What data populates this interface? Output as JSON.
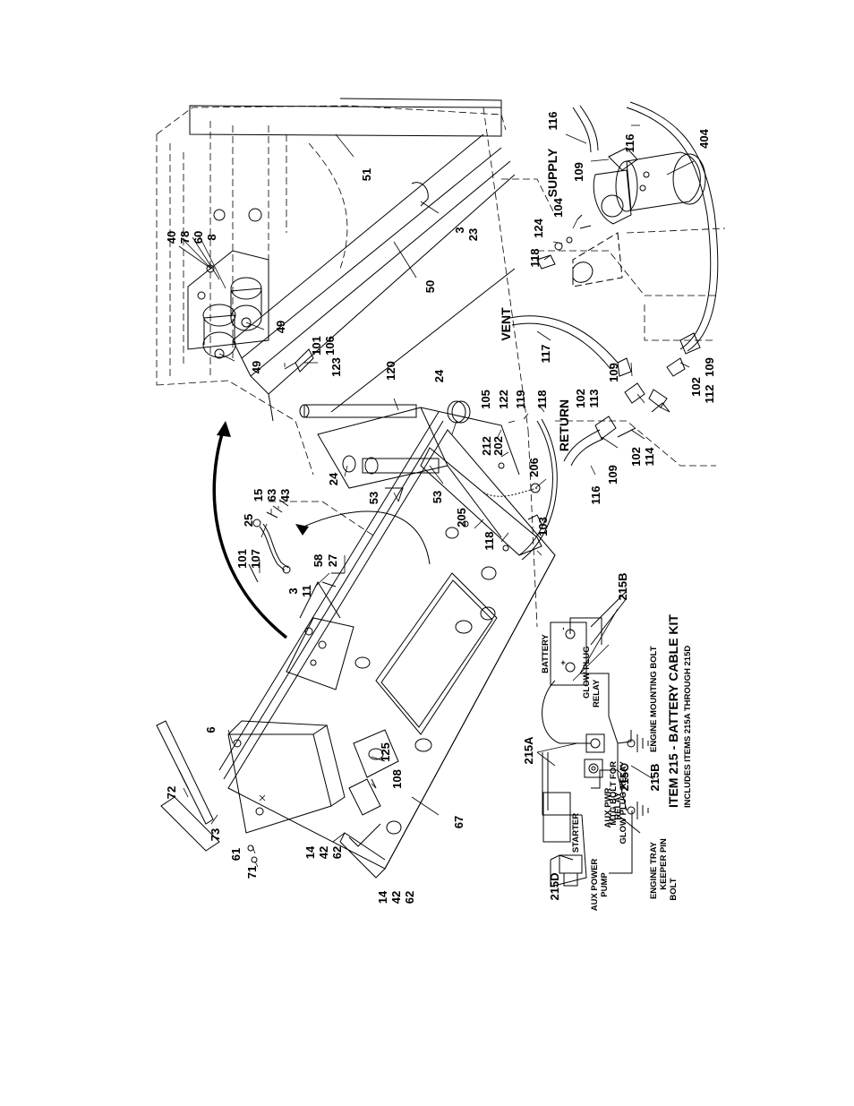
{
  "callouts": {
    "c6": "6",
    "c72": "72",
    "c73": "73",
    "c61": "61",
    "c71": "71",
    "c14a": "14",
    "c42a": "42",
    "c62a": "62",
    "c14b": "14",
    "c42b": "42",
    "c62b": "62",
    "c125": "125",
    "c108": "108",
    "c67": "67",
    "c3a": "3",
    "c11": "11",
    "c58": "58",
    "c27": "27",
    "c101a": "101",
    "c107": "107",
    "c25": "25",
    "c15": "15",
    "c63": "63",
    "c43": "43",
    "c24a": "24",
    "c53a": "53",
    "c53b": "53",
    "c24b": "24",
    "c205": "205",
    "c118a": "118",
    "c103": "103",
    "c206": "206",
    "c212": "212",
    "c202": "202",
    "c105": "105",
    "c122": "122",
    "c119": "119",
    "c118b": "118",
    "c120": "120",
    "c123": "123",
    "c101b": "101",
    "c106": "106",
    "c49a": "49",
    "c49b": "49",
    "c40": "40",
    "c78": "78",
    "c60": "60",
    "c8": "8",
    "c3b": "3",
    "c23": "23",
    "c50": "50",
    "c51": "51",
    "c116a": "116",
    "c109a": "109",
    "c102a": "102",
    "c114": "114",
    "c102b": "102",
    "c113": "113",
    "c109b": "109",
    "c102c": "102",
    "c112": "112",
    "c109c": "109",
    "c117": "117",
    "c118c": "118",
    "c124": "124",
    "c104": "104",
    "c109d": "109",
    "c116b": "116",
    "c116c": "116",
    "c404": "404"
  },
  "labels": {
    "return": "RETURN",
    "vent": "VENT",
    "supply": "SUPPLY"
  },
  "schematic": {
    "c215a": "215A",
    "c215b_top": "215B",
    "c215c": "215C",
    "c215b": "215B",
    "c215d": "215D",
    "battery": "BATTERY",
    "battery_plus": "+",
    "battery_minus": "-",
    "glow_plug_relay_1": "GLOW PLUG",
    "glow_plug_relay_2": "RELAY",
    "aux_pwr_relay_1": "AUX PWR",
    "aux_pwr_relay_2": "RELAY",
    "starter": "STARTER",
    "aux_power_pump_1": "AUX POWER",
    "aux_power_pump_2": "PUMP",
    "mtg_bolt_1": "MTG BOLT FOR",
    "mtg_bolt_2": "GLOW PLUG RELAY",
    "engine_mounting_bolt": "ENGINE MOUNTING BOLT",
    "engine_tray_1": "ENGINE TRAY",
    "engine_tray_2": "KEEPER PIN",
    "engine_tray_3": "BOLT",
    "title": "ITEM 215 - BATTERY CABLE KIT",
    "subtitle": "INCLUDES ITEMS 215A THROUGH 215D"
  }
}
